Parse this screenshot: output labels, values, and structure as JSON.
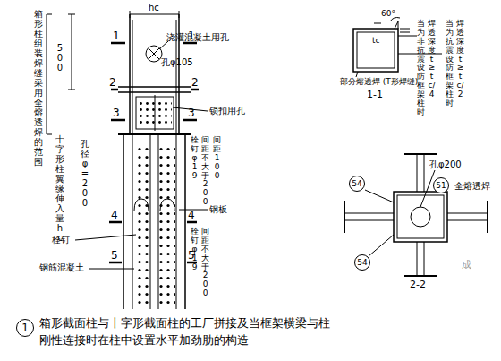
{
  "diagram": {
    "caption": "箱形截面柱与十字形截面柱的工厂拼接及当框架横梁与柱刚性连接时在柱中设置水平加劲肋的构造",
    "nodes": [
      {
        "text": [
          "1"
        ]
      },
      {
        "text": [
          "54"
        ]
      },
      {
        "text": [
          "51"
        ]
      },
      {
        "text": [
          "54"
        ]
      }
    ],
    "labels": [
      "hc",
      "1",
      "1",
      "2",
      "2",
      "3",
      "3",
      "4",
      "4",
      "5",
      "5",
      "浇灌混凝土用孔",
      "孔φ105",
      "500",
      "箱形柱组装焊缝采用全熔透焊的范围",
      "锁扣用孔",
      "十字形柱翼缘伸入量hc",
      "孔径φ=200",
      "栓钉",
      "钢筋混凝土",
      "栓钉φ19",
      "间距不大于200",
      "间距100",
      "钢板",
      "栓钉φ19",
      "间距不大于200",
      "1-1",
      "60°",
      "tc",
      "部分熔透焊 (T形焊缝)",
      "当为非抗震设防框架柱时",
      "焊透深度t≥tc/4",
      "当为抗震设防框架柱时",
      "焊透深度t≥tc/2",
      "2-2",
      "孔φ200",
      "全熔透焊",
      "成"
    ]
  }
}
